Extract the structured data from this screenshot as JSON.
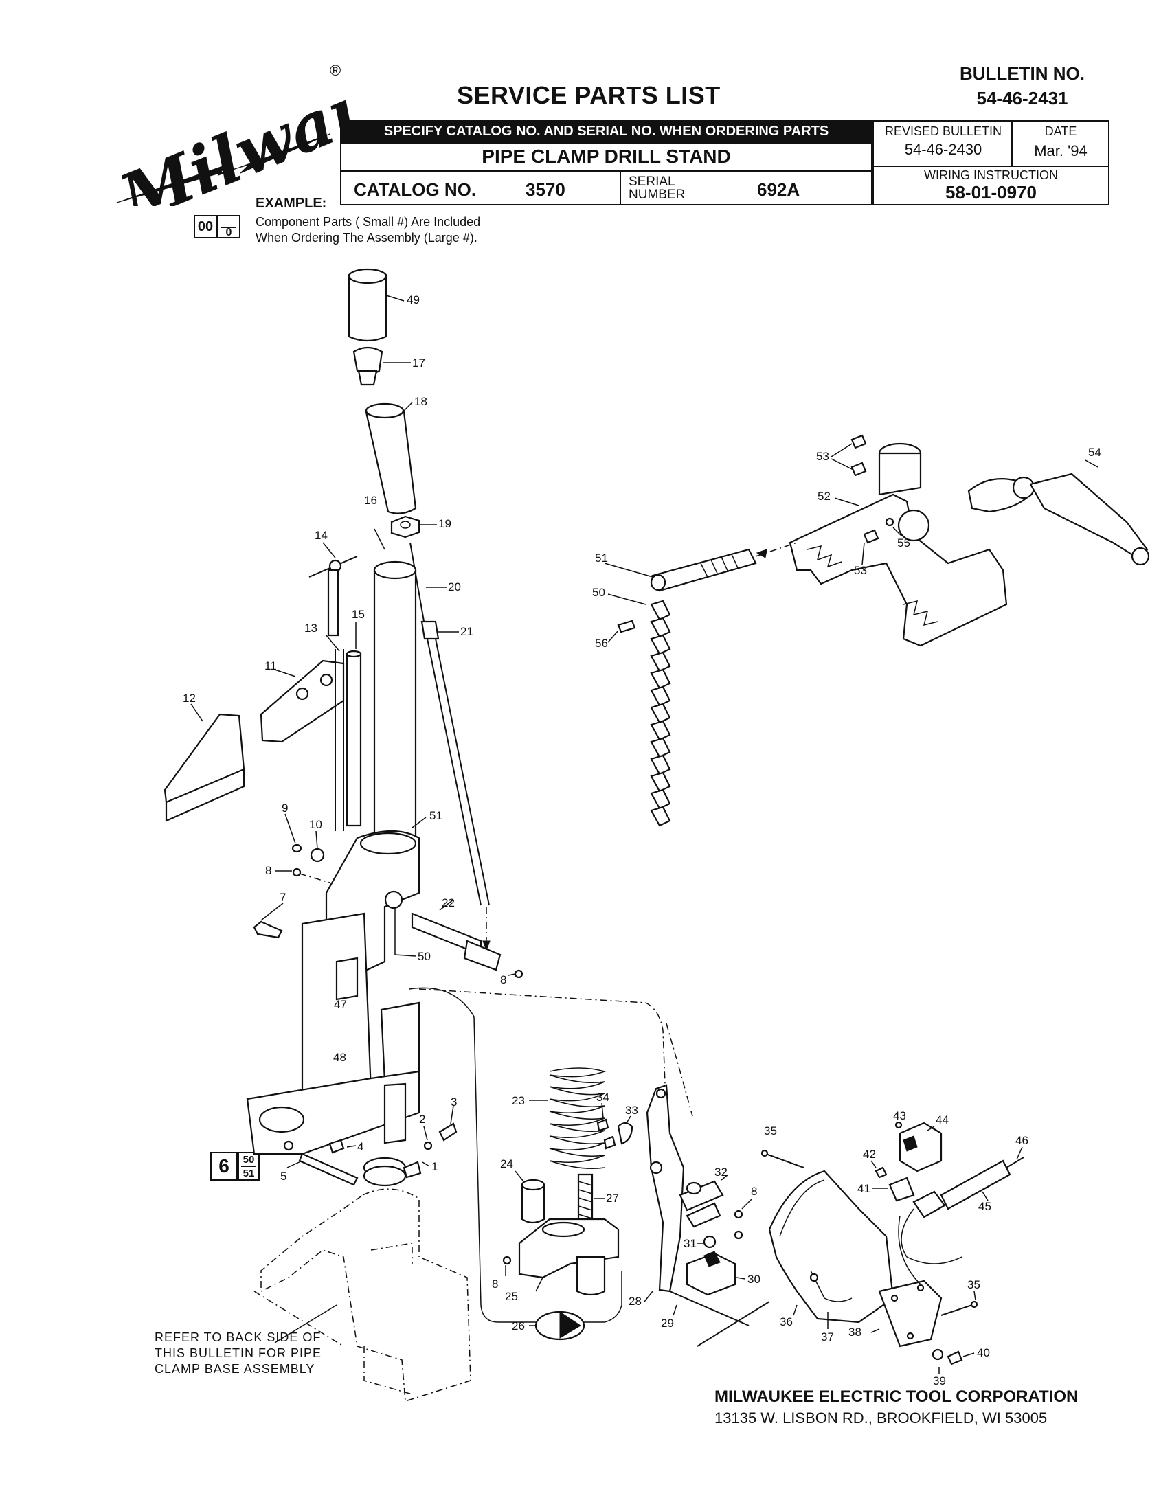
{
  "header": {
    "brand": "Milwaukee",
    "registered_mark": "®",
    "title": "SERVICE PARTS LIST",
    "bulletin_label": "BULLETIN NO.",
    "bulletin_no": "54-46-2431",
    "spec_bar": "SPECIFY CATALOG NO. AND SERIAL NO. WHEN ORDERING PARTS",
    "product_name": "PIPE CLAMP DRILL STAND",
    "catalog_label": "CATALOG NO.",
    "catalog_no": "3570",
    "serial_label_line1": "SERIAL",
    "serial_label_line2": "NUMBER",
    "serial_no": "692A",
    "revised_label": "REVISED BULLETIN",
    "revised_no": "54-46-2430",
    "date_label": "DATE",
    "date_value": "Mar. '94",
    "wiring_label": "WIRING INSTRUCTION",
    "wiring_no": "58-01-0970"
  },
  "example": {
    "label": "EXAMPLE:",
    "box_large": "00",
    "box_small": "0",
    "line1": "Component Parts (  Small #) Are Included",
    "line2": "When Ordering The Assembly (Large #)."
  },
  "assembly_box": {
    "large": "6",
    "small_top": "50",
    "small_bottom": "51"
  },
  "refer_note": {
    "line1": "REFER TO BACK SIDE OF",
    "line2": "THIS BULLETIN FOR PIPE",
    "line3": "CLAMP BASE ASSEMBLY"
  },
  "footer": {
    "company": "MILWAUKEE ELECTRIC TOOL CORPORATION",
    "address": "13135 W. LISBON RD., BROOKFIELD, WI 53005"
  },
  "callouts": {
    "c49": "49",
    "c17": "17",
    "c18": "18",
    "c19": "19",
    "c16": "16",
    "c20": "20",
    "c21": "21",
    "c14": "14",
    "c13": "13",
    "c15": "15",
    "c11": "11",
    "c12": "12",
    "c9": "9",
    "c10": "10",
    "c8a": "8",
    "c51a": "51",
    "c7": "7",
    "c22": "22",
    "c50a": "50",
    "c8b": "8",
    "c47": "47",
    "c48": "48",
    "c2": "2",
    "c3": "3",
    "c4": "4",
    "c1": "1",
    "c5": "5",
    "c53a": "53",
    "c52": "52",
    "c54": "54",
    "c55": "55",
    "c53b": "53",
    "c51b": "51",
    "c50b": "50",
    "c56": "56",
    "c23": "23",
    "c34": "34",
    "c33": "33",
    "c32": "32",
    "c8c": "8",
    "c24": "24",
    "c27": "27",
    "c31": "31",
    "c8d": "8",
    "c30": "30",
    "c25": "25",
    "c28": "28",
    "c29": "29",
    "c26": "26",
    "c35a": "35",
    "c43": "43",
    "c44": "44",
    "c42": "42",
    "c41": "41",
    "c46": "46",
    "c45": "45",
    "c36": "36",
    "c37": "37",
    "c38": "38",
    "c35b": "35",
    "c40": "40",
    "c39": "39"
  }
}
